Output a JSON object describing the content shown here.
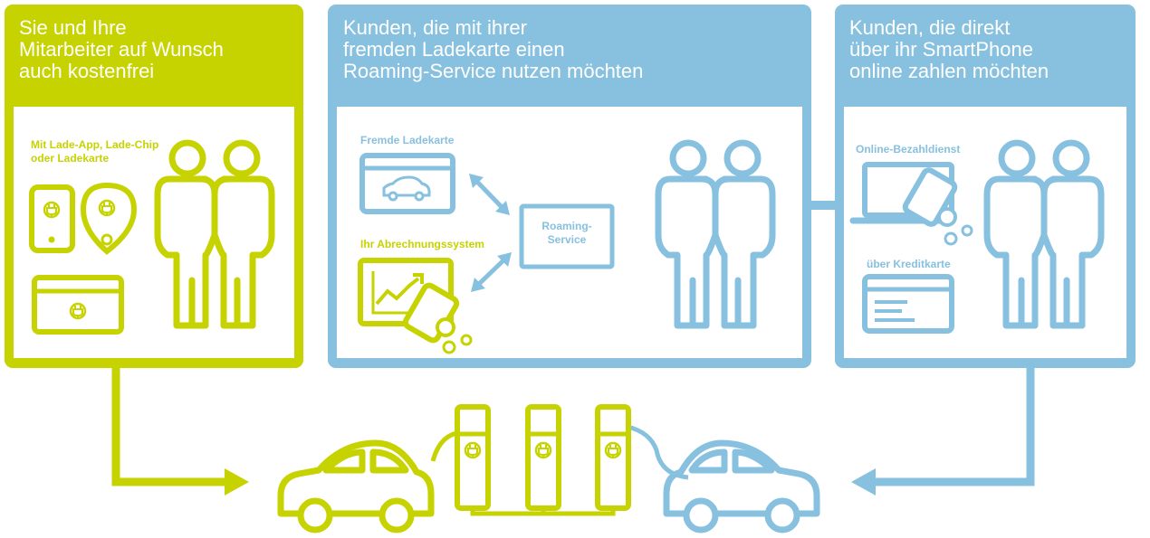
{
  "colors": {
    "green": "#c6d300",
    "blue": "#87c1df",
    "white": "#ffffff"
  },
  "panels": {
    "staff": {
      "title": "Sie und Ihre\nMitarbeiter auf Wunsch\nauch kostenfrei",
      "methods_label": "Mit Lade-App, Lade-Chip\noder Ladekarte"
    },
    "roaming": {
      "title": "Kunden, die mit ihrer\nfremden Ladekarte einen\nRoaming-Service nutzen möchten",
      "foreign_card_label": "Fremde Ladekarte",
      "billing_label": "Ihr Abrechnungssystem",
      "service_label": "Roaming-\nService"
    },
    "direct": {
      "title": "Kunden, die direkt\nüber ihr SmartPhone\nonline zahlen möchten",
      "online_payment_label": "Online-Bezahldienst",
      "credit_card_label": "über Kreditkarte"
    }
  },
  "icons": [
    "smartphone-icon",
    "charge-chip-icon",
    "charge-card-icon",
    "people-icon",
    "credit-card-car-icon",
    "chart-icon",
    "laptop-icon",
    "credit-card-icon",
    "car-icon",
    "charging-station-icon",
    "arrow-icon"
  ]
}
